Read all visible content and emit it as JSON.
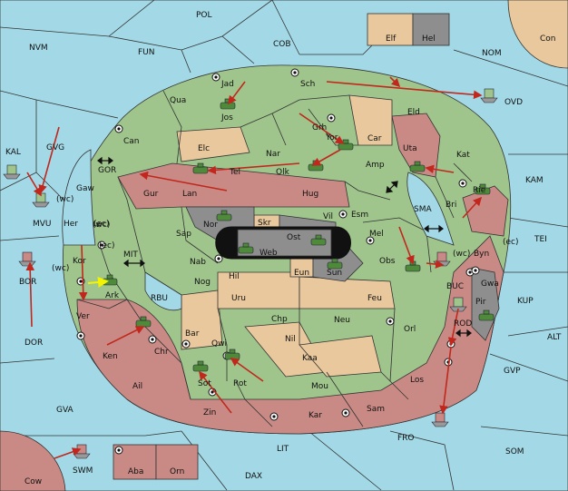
{
  "colors": {
    "sea": "#a3d9e6",
    "green_power": "#9fc58c",
    "tan_power": "#e8c89c",
    "red_power": "#c98a85",
    "grey_power": "#8e8e8e",
    "order_arrow": "#c1271d",
    "support_arrow": "#f4f400"
  },
  "sea_labels": {
    "pol": "POL",
    "nvm": "NVM",
    "fun": "FUN",
    "cob": "COB",
    "nom": "NOM",
    "ovd": "OVD",
    "kam": "KAM",
    "tei": "TEI",
    "kup": "KUP",
    "alt": "ALT",
    "gvp": "GVP",
    "som": "SOM",
    "fro": "FRO",
    "lit": "LIT",
    "dax": "DAX",
    "gva": "GVA",
    "dor": "DOR",
    "bor": "BOR",
    "kal": "KAL",
    "gvg": "GVG",
    "mvu": "MVU",
    "gor": "GOR",
    "mit": "MIT",
    "rbu": "RBU",
    "sma": "SMA",
    "buc": "BUC",
    "rod": "ROD",
    "swm": "SWM"
  },
  "land_labels": {
    "elf": "Elf",
    "hel": "Hel",
    "con": "Con",
    "jad": "Jad",
    "sch": "Sch",
    "qua": "Qua",
    "jos": "Jos",
    "grh": "Grh",
    "eld": "Eld",
    "can": "Can",
    "yor": "Yor",
    "car": "Car",
    "uta": "Uta",
    "kat": "Kat",
    "elc": "Elc",
    "nar": "Nar",
    "amp": "Amp",
    "tel": "Tel",
    "olk": "Olk",
    "bri": "Bri",
    "rie": "Rie",
    "gaw": "Gaw",
    "gur": "Gur",
    "lan": "Lan",
    "hug": "Hug",
    "vil": "Vil",
    "esm": "Esm",
    "her": "Her",
    "ec1": "(ec)",
    "sap": "Sap",
    "nor": "Nor",
    "skr": "Skr",
    "ost": "Ost",
    "web": "Web",
    "mel": "Mel",
    "ec2": "(ec)",
    "wc1": "(wc)",
    "byn": "Byn",
    "ec3": "(ec)",
    "kor": "Kor",
    "wc2": "(wc)",
    "nab": "Nab",
    "eun": "Eun",
    "sun": "Sun",
    "obs": "Obs",
    "gwa": "Gwa",
    "ark": "Ark",
    "nog": "Nog",
    "hil": "Hil",
    "pir": "Pir",
    "uru": "Uru",
    "feu": "Feu",
    "ver": "Ver",
    "chp": "Chp",
    "neu": "Neu",
    "orl": "Orl",
    "bar": "Bar",
    "qwi": "Qwi",
    "nil": "Nil",
    "ken": "Ken",
    "chr": "Chr",
    "kaa": "Kaa",
    "los": "Los",
    "ail": "Ail",
    "sot": "Sot",
    "rot": "Rot",
    "mou": "Mou",
    "zin": "Zin",
    "kar": "Kar",
    "sam": "Sam",
    "cow": "Cow",
    "aba": "Aba",
    "orn": "Orn",
    "wc3": "(wc)",
    "wc4": "(wc)"
  }
}
